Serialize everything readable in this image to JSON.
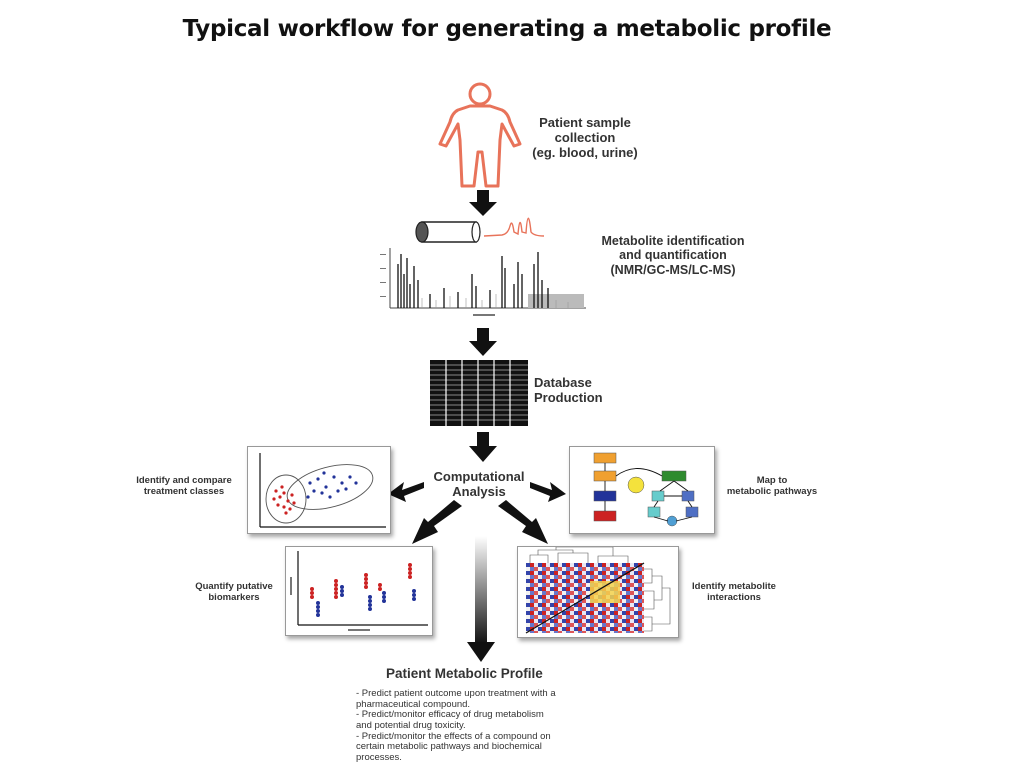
{
  "slide": {
    "title": "Typical workflow for generating a metabolic profile"
  },
  "steps": {
    "sample": [
      "Patient sample",
      "collection",
      "(eg. blood, urine)"
    ],
    "metabolite": [
      "Metabolite identification",
      "and quantification",
      "(NMR/GC-MS/LC-MS)"
    ],
    "database": [
      "Database",
      "Production"
    ],
    "computational": [
      "Computational",
      "Analysis"
    ]
  },
  "branches": {
    "compare": [
      "Identify and compare",
      "treatment classes"
    ],
    "pathways": [
      "Map to",
      "metabolic pathways"
    ],
    "biomarkers": [
      "Quantify putative",
      "biomarkers"
    ],
    "interactions": [
      "Identify metabolite",
      "interactions"
    ]
  },
  "profile": {
    "title": "Patient Metabolic Profile",
    "bullets": [
      "- Predict patient outcome upon treatment with a",
      "pharmaceutical compound.",
      "- Predict/monitor efficacy of drug metabolism",
      "and potential drug toxicity.",
      "- Predict/monitor the effects of a compound on",
      "certain metabolic pathways and biochemical",
      "processes."
    ]
  },
  "colors": {
    "body_outline": "#e8735a",
    "arrow": "#111111",
    "class_red": "#cc2222",
    "class_blue": "#223399",
    "pathway_orange": "#f0a030",
    "pathway_green": "#2e8b2e",
    "pathway_cyan": "#66cccc"
  }
}
